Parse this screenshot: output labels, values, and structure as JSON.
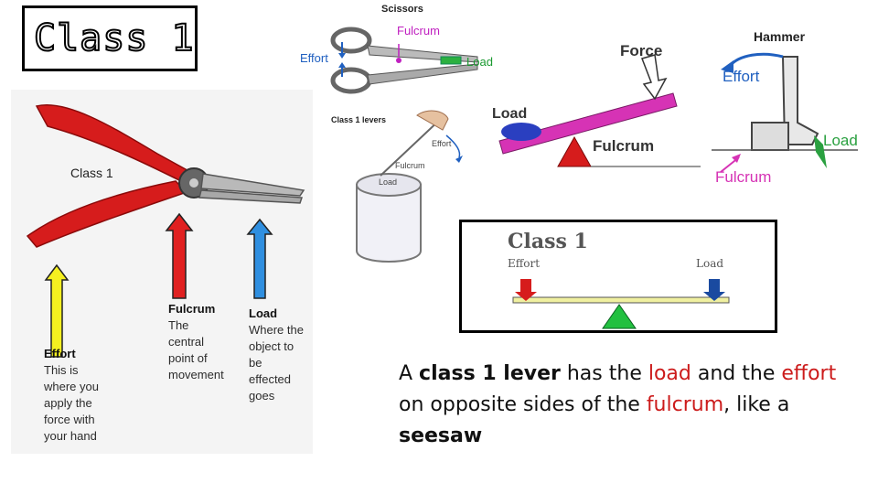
{
  "title": "Class 1",
  "pliers": {
    "class_label": "Class 1",
    "effort": {
      "heading": "Effort",
      "lines": [
        "This is",
        "where you",
        "apply the",
        "force with",
        "your hand"
      ]
    },
    "fulcrum": {
      "heading": "Fulcrum",
      "lines": [
        "The",
        "central",
        "point of",
        "movement"
      ]
    },
    "load": {
      "heading": "Load",
      "lines": [
        "Where the",
        "object to",
        "be",
        "effected",
        "goes"
      ]
    }
  },
  "scissors": {
    "title": "Scissors",
    "fulcrum": "Fulcrum",
    "effort": "Effort",
    "load": "Load"
  },
  "seesaw_top": {
    "force": "Force",
    "load": "Load",
    "fulcrum": "Fulcrum"
  },
  "hammer": {
    "title": "Hammer",
    "effort": "Effort",
    "load": "Load",
    "fulcrum": "Fulcrum"
  },
  "paint_can": {
    "title": "Class 1 levers",
    "effort": "Effort",
    "fulcrum": "Fulcrum",
    "load": "Load"
  },
  "diagram": {
    "title": "Class 1",
    "effort": "Effort",
    "load": "Load"
  },
  "caption": {
    "p1": "A ",
    "class_lever": "class 1 lever",
    "p2": " has the ",
    "load": "load",
    "p3": " and the ",
    "effort": "effort",
    "p4": " on opposite sides of the ",
    "fulcrum": "fulcrum",
    "p5": ", like a ",
    "seesaw": "seesaw"
  },
  "colors": {
    "effort_arrow": "#f5f020",
    "fulcrum_arrow": "#e02020",
    "load_arrow": "#2f8fe0",
    "beam_magenta": "#d633b5",
    "green_triangle": "#22c040"
  }
}
